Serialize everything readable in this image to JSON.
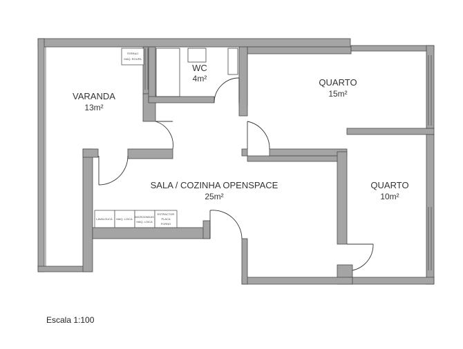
{
  "rooms": {
    "varanda": {
      "name": "VARANDA",
      "area": "13m²"
    },
    "wc": {
      "name": "WC",
      "area": "4m²"
    },
    "quarto_1": {
      "name": "QUARTO",
      "area": "15m²"
    },
    "quarto_2": {
      "name": "QUARTO",
      "area": "10m²"
    },
    "sala": {
      "name": "SALA / COZINHA OPENSPACE",
      "area": "25m²"
    }
  },
  "appliances": {
    "terrace_lines": [
      "TERRAO",
      "MAQ. ROUPA"
    ],
    "kitchen_unit_1": [
      "LAVALOUCA"
    ],
    "kitchen_unit_2": [
      "MAQ. LOICA"
    ],
    "kitchen_unit_3": [
      "MICROONDAS",
      "MAQ. LOICA"
    ],
    "kitchen_unit_4": [
      "ESTRACTOR",
      "PLACA",
      "FORNO"
    ]
  },
  "scale": "Escala 1:100",
  "colors": {
    "wall": "#a4a4a4",
    "wall_outline": "#4a4a4a",
    "line": "#333333"
  }
}
